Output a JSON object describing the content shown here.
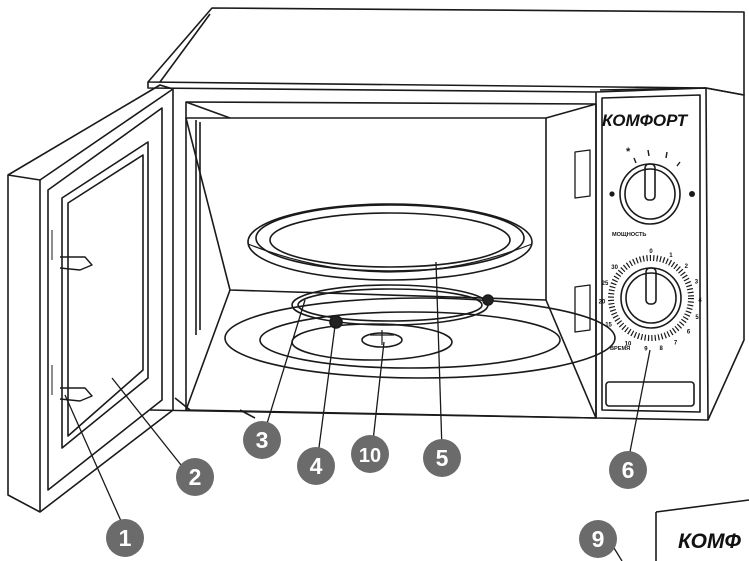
{
  "brand": {
    "panel_logo": "КОМФОРТ",
    "box_logo": "КОМФ"
  },
  "labels": {
    "power": "МОЩНОСТЬ",
    "time": "ВРЕМЯ"
  },
  "timer_ticks": [
    "0",
    "1",
    "2",
    "3",
    "4",
    "5",
    "6",
    "7",
    "8",
    "9",
    "10",
    "15",
    "20",
    "25",
    "30"
  ],
  "callouts": [
    {
      "id": "1",
      "label": "1"
    },
    {
      "id": "2",
      "label": "2"
    },
    {
      "id": "3",
      "label": "3"
    },
    {
      "id": "4",
      "label": "4"
    },
    {
      "id": "10",
      "label": "10"
    },
    {
      "id": "5",
      "label": "5"
    },
    {
      "id": "6",
      "label": "6"
    },
    {
      "id": "9",
      "label": "9"
    }
  ],
  "colors": {
    "line": "#1a1a1a",
    "badge": "#6b6b6b",
    "badge_text": "#ffffff"
  }
}
